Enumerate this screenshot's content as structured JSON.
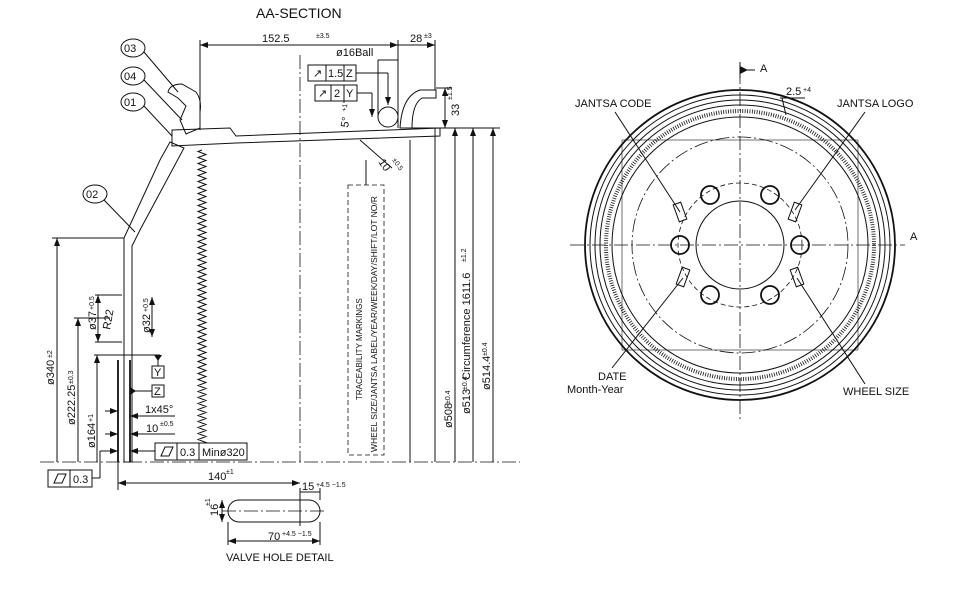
{
  "section": {
    "title": "AA-SECTION",
    "balloons": [
      "03",
      "04",
      "01",
      "02"
    ],
    "dims": {
      "width_152": "152.5",
      "width_152_tol": "±3.5",
      "flange_28": "28",
      "flange_28_tol": "±3",
      "ball": "ø16Ball",
      "flange_33": "33",
      "flange_33_tol": "±1.5",
      "angle": "5°",
      "angle_tol": "+1°",
      "chamfer_10": "10",
      "chamfer_10_tol": "±0.5",
      "d37": "ø37",
      "d37_tol": "+0.5",
      "r22": "R22",
      "d32": "ø32",
      "d32_tol": "+0.5",
      "d340": "ø340",
      "d340_tol": "±2",
      "d222": "ø222.25",
      "d222_tol": "±0.3",
      "d164": "ø164",
      "d164_tol": "+1",
      "chamfer_1x45": "1x45°",
      "thick_10": "10",
      "thick_10_tol": "±0.5",
      "offset_140": "140",
      "offset_140_tol": "±1",
      "d508": "ø508",
      "d508_tol": "±0.4",
      "d513": "ø513",
      "d513_tol": "±0.4",
      "circumference": "Circumference 1611.6",
      "circumference_tol": "±1.2",
      "d514": "ø514.4",
      "d514_tol": "±0.4"
    },
    "gdt": {
      "runout_1": {
        "value": "1.5",
        "datum": "Z"
      },
      "runout_2": {
        "value": "2",
        "datum": "Y"
      },
      "flatness_1": {
        "value": "0.3",
        "note": "Minø320"
      },
      "flatness_2": {
        "value": "0.3"
      },
      "datum_y": "Y",
      "datum_z": "Z"
    },
    "traceability": {
      "title": "TRACEABILITY MARKINGS",
      "line": "WHEEL SIZE/JANTSA LABEL/YEAR/WEEK/DAY/SHIFT/LOT NO/R"
    }
  },
  "valve": {
    "title": "VALVE HOLE DETAIL",
    "offset": "15",
    "offset_tol": "+4.5 −1.5",
    "height": "16",
    "height_tol": "±1",
    "length": "70",
    "length_tol": "+4.5 −1.5"
  },
  "front_view": {
    "section_mark": "A",
    "section_mark_2": "A",
    "knurl_dim": "2.5",
    "knurl_tol": "+4",
    "labels": {
      "jantsa_code": "JANTSA CODE",
      "jantsa_logo": "JANTSA LOGO",
      "date": "DATE",
      "date_format": "Month-Year",
      "wheel_size": "WHEEL SIZE"
    }
  }
}
